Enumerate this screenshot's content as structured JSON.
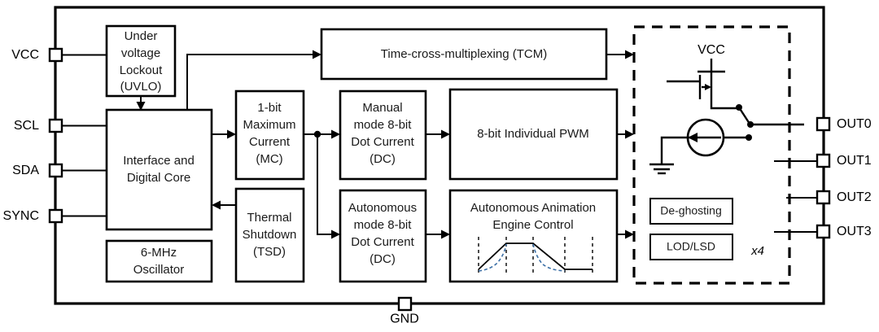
{
  "diagram": {
    "title": "LED driver functional block diagram",
    "colors": {
      "line": "#000000",
      "background": "#ffffff",
      "waveform_accent": "#3a6ea5"
    },
    "left_pins": [
      {
        "name": "VCC",
        "label": "VCC"
      },
      {
        "name": "SCL",
        "label": "SCL"
      },
      {
        "name": "SDA",
        "label": "SDA"
      },
      {
        "name": "SYNC",
        "label": "SYNC"
      }
    ],
    "right_pins": [
      {
        "name": "OUT0",
        "label": "OUT0"
      },
      {
        "name": "OUT1",
        "label": "OUT1"
      },
      {
        "name": "OUT2",
        "label": "OUT2"
      },
      {
        "name": "OUT3",
        "label": "OUT3"
      }
    ],
    "bottom_pin": {
      "name": "GND",
      "label": "GND"
    },
    "blocks": {
      "uvlo": {
        "lines": [
          "Under",
          "voltage",
          "Lockout",
          "(UVLO)"
        ]
      },
      "interface": {
        "lines": [
          "Interface and",
          "Digital Core"
        ]
      },
      "oscillator": {
        "lines": [
          "6-MHz",
          "Oscillator"
        ]
      },
      "max_current": {
        "lines": [
          "1-bit",
          "Maximum",
          "Current",
          "(MC)"
        ]
      },
      "thermal": {
        "lines": [
          "Thermal",
          "Shutdown",
          "(TSD)"
        ]
      },
      "tcm": {
        "lines": [
          "Time-cross-multiplexing (TCM)"
        ]
      },
      "manual_dc": {
        "lines": [
          "Manual",
          "mode 8-bit",
          "Dot Current",
          "(DC)"
        ]
      },
      "pwm": {
        "lines": [
          "8-bit Individual PWM"
        ]
      },
      "auto_dc": {
        "lines": [
          "Autonomous",
          "mode 8-bit",
          "Dot Current",
          "(DC)"
        ]
      },
      "animation": {
        "lines": [
          "Autonomous Animation",
          "Engine Control"
        ]
      },
      "deghosting": {
        "lines": [
          "De-ghosting"
        ]
      },
      "lod_lsd": {
        "lines": [
          "LOD/LSD"
        ]
      }
    },
    "output_stage": {
      "supply_label": "VCC",
      "multiplier_label": "x4"
    }
  }
}
